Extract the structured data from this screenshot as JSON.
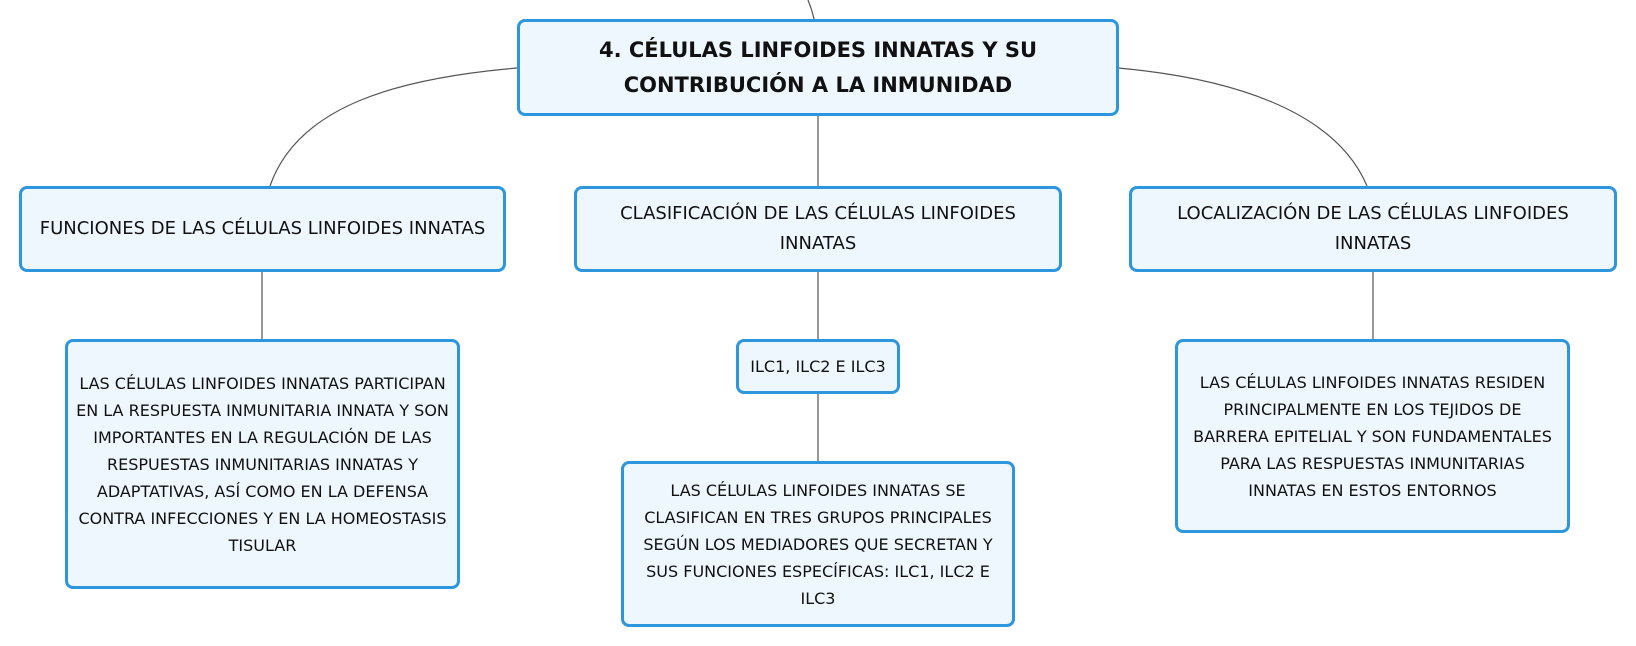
{
  "colors": {
    "node_fill": "#eef7fd",
    "node_border": "#2e96dc",
    "connector": "#555555",
    "text": "#111111"
  },
  "root": {
    "title": "4. CÉLULAS LINFOIDES INNATAS Y SU\nCONTRIBUCIÓN A LA INMUNIDAD"
  },
  "branches": {
    "funciones": {
      "title": "FUNCIONES DE LAS CÉLULAS LINFOIDES INNATAS",
      "detail": "LAS CÉLULAS LINFOIDES INNATAS PARTICIPAN EN LA RESPUESTA INMUNITARIA INNATA Y SON IMPORTANTES EN LA REGULACIÓN DE LAS RESPUESTAS INMUNITARIAS INNATAS Y ADAPTATIVAS, ASÍ COMO EN LA DEFENSA CONTRA INFECCIONES Y EN LA HOMEOSTASIS TISULAR"
    },
    "clasificacion": {
      "title": "CLASIFICACIÓN DE LAS CÉLULAS LINFOIDES INNATAS",
      "subtopic": "ILC1, ILC2 E ILC3",
      "detail": "LAS CÉLULAS LINFOIDES INNATAS SE CLASIFICAN EN TRES GRUPOS PRINCIPALES SEGÚN LOS MEDIADORES QUE SECRETAN Y SUS FUNCIONES ESPECÍFICAS: ILC1, ILC2 E ILC3"
    },
    "localizacion": {
      "title": "LOCALIZACIÓN DE LAS CÉLULAS LINFOIDES INNATAS",
      "detail": "LAS CÉLULAS LINFOIDES INNATAS RESIDEN PRINCIPALMENTE EN LOS TEJIDOS DE BARRERA EPITELIAL Y SON FUNDAMENTALES PARA LAS RESPUESTAS INMUNITARIAS INNATAS EN ESTOS ENTORNOS"
    }
  }
}
